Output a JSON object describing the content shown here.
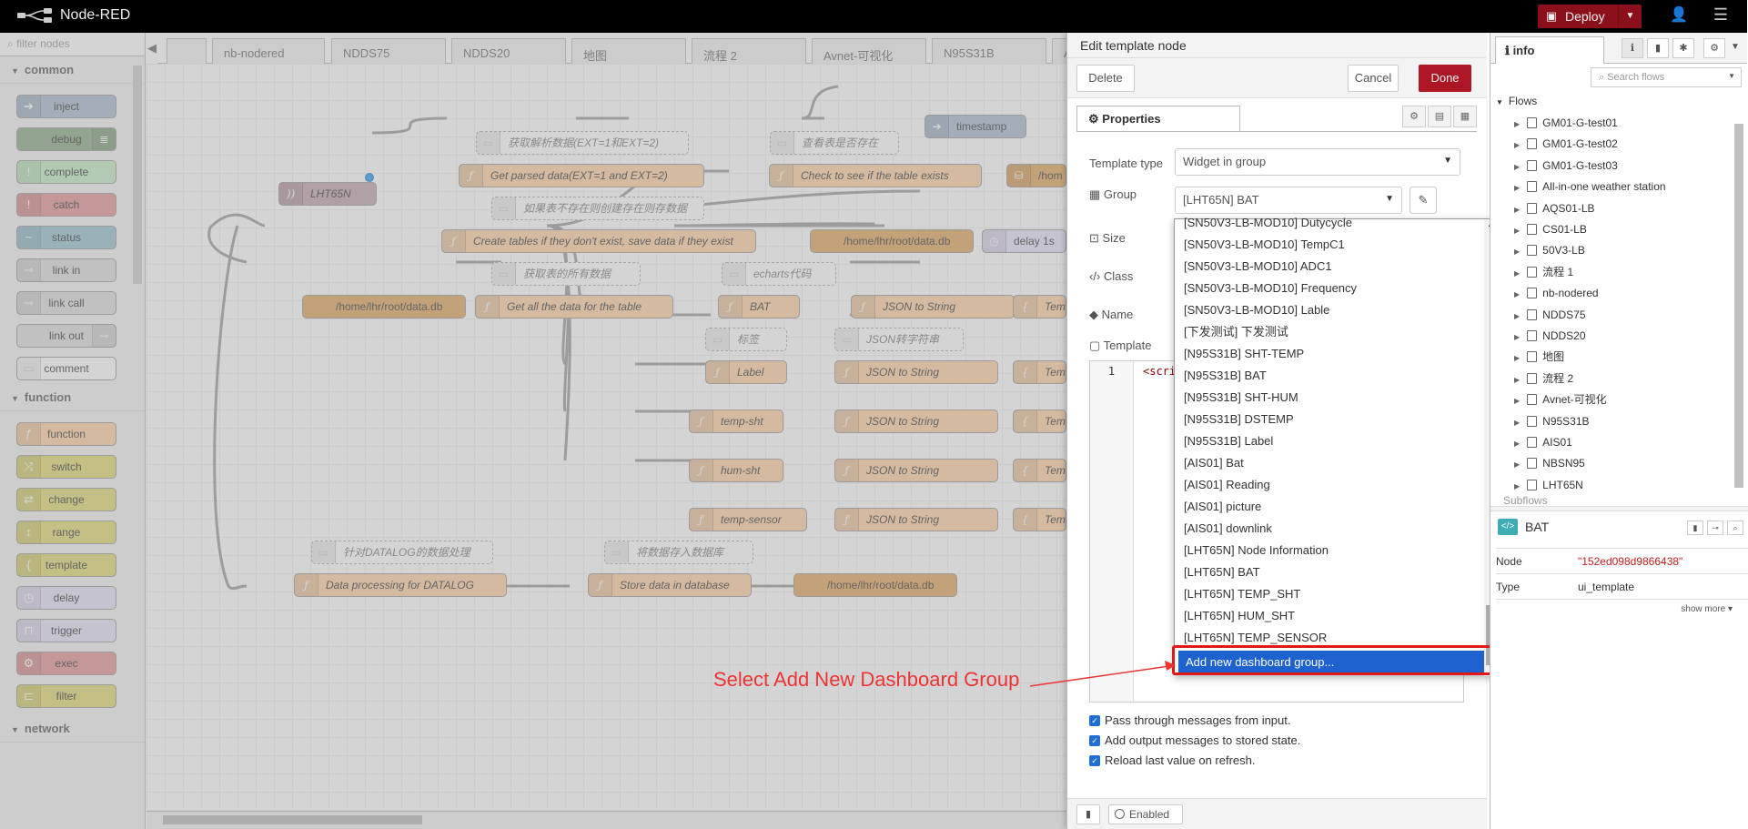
{
  "app": {
    "title": "Node-RED",
    "deploy_label": "Deploy"
  },
  "palette": {
    "filter_placeholder": "filter nodes",
    "categories": [
      {
        "name": "common",
        "nodes": [
          "inject",
          "debug",
          "complete",
          "catch",
          "status",
          "link in",
          "link call",
          "link out",
          "comment"
        ]
      },
      {
        "name": "function",
        "nodes": [
          "function",
          "switch",
          "change",
          "range",
          "template",
          "delay",
          "trigger",
          "exec",
          "filter"
        ]
      },
      {
        "name": "network",
        "nodes": []
      }
    ]
  },
  "workspace": {
    "tabs": [
      "",
      "nb-nodered",
      "NDDS75",
      "NDDS20",
      "地图",
      "流程 2",
      "Avnet-可视化",
      "N95S31B",
      "A"
    ],
    "nodes": {
      "lht65n": "LHT65N",
      "cm_parse": "获取解析数据(EXT=1和EXT=2)",
      "get_parsed": "Get parsed data(EXT=1 and EXT=2)",
      "cm_check": "查看表是否存在",
      "check_table": "Check to see if the table exists",
      "timestamp": "timestamp",
      "home_partial": "/hom",
      "cm_create": "如果表不存在则创建存在则存数据",
      "create_tables": "Create tables if they don't exist, save data if they exist",
      "db1": "/home/lhr/root/data.db",
      "delay": "delay 1s",
      "cm_getall": "获取表的所有数据",
      "cm_echarts": "echarts代码",
      "db2": "/home/lhr/root/data.db",
      "get_all": "Get all the data for the table",
      "bat": "BAT",
      "json1": "JSON to String",
      "tem_partial": "Tem",
      "cm_label": "标签",
      "cm_json": "JSON转字符串",
      "label": "Label",
      "json2": "JSON to String",
      "temp_sht": "temp-sht",
      "json3": "JSON to String",
      "hum_sht": "hum-sht",
      "json4": "JSON to String",
      "temp_sensor": "temp-sensor",
      "json5": "JSON to String",
      "cm_datalog": "针对DATALOG的数据处理",
      "cm_store": "将数据存入数据库",
      "data_processing": "Data processing for DATALOG",
      "store_data": "Store data in database",
      "db3": "/home/lhr/root/data.db"
    }
  },
  "tray": {
    "title": "Edit template node",
    "delete_label": "Delete",
    "cancel_label": "Cancel",
    "done_label": "Done",
    "properties_tab": "Properties",
    "template_type_label": "Template type",
    "template_type_value": "Widget in group",
    "group_label": "Group",
    "group_value": "[LHT65N] BAT",
    "size_label": "Size",
    "class_label": "Class",
    "name_label": "Name",
    "template_label": "Template",
    "line_number": "1",
    "code_start": "<scri",
    "pass_through": "Pass through messages from input.",
    "add_output": "Add output messages to stored state.",
    "reload_last": "Reload last value on refresh.",
    "enabled_label": "Enabled"
  },
  "dropdown": {
    "options": [
      "[SN50V3-LB-MOD10] Dutycycle",
      "[SN50V3-LB-MOD10] TempC1",
      "[SN50V3-LB-MOD10] ADC1",
      "[SN50V3-LB-MOD10] Frequency",
      "[SN50V3-LB-MOD10] Lable",
      "[下发测试] 下发测试",
      "[N95S31B] SHT-TEMP",
      "[N95S31B] BAT",
      "[N95S31B] SHT-HUM",
      "[N95S31B] DSTEMP",
      "[N95S31B] Label",
      "[AIS01] Bat",
      "[AIS01] Reading",
      "[AIS01] picture",
      "[AIS01] downlink",
      "[LHT65N] Node Information",
      "[LHT65N] BAT",
      "[LHT65N] TEMP_SHT",
      "[LHT65N] HUM_SHT",
      "[LHT65N] TEMP_SENSOR"
    ],
    "selected": "Add new dashboard group..."
  },
  "annotation": "Select Add New Dashboard Group",
  "sidebar": {
    "tab_label": "info",
    "search_placeholder": "Search flows",
    "flows_header": "Flows",
    "flows": [
      "GM01-G-test01",
      "GM01-G-test02",
      "GM01-G-test03",
      "All-in-one weather station",
      "AQS01-LB",
      "CS01-LB",
      "50V3-LB",
      "流程 1",
      "nb-nodered",
      "NDDS75",
      "NDDS20",
      "地图",
      "流程 2",
      "Avnet-可视化",
      "N95S31B",
      "AIS01",
      "NBSN95",
      "LHT65N"
    ],
    "subflows_partial": "Subflows",
    "node_title": "BAT",
    "node_key": "Node",
    "node_value": "\"152ed098d9866438\"",
    "type_key": "Type",
    "type_value": "ui_template",
    "show_more": "show more ▾"
  },
  "colors": {
    "accent": "#ad1625",
    "highlight": "#1e62d0",
    "annotation": "#e33333"
  }
}
